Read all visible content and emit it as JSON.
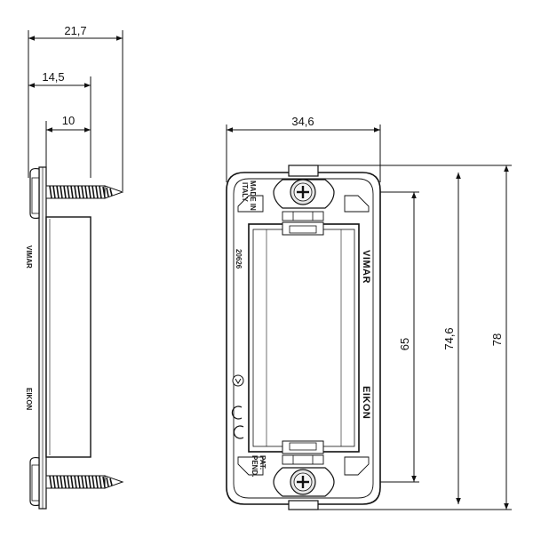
{
  "side_view": {
    "dimensions": [
      "21,7",
      "14,5",
      "10"
    ],
    "markings": {
      "brand": "VIMAR",
      "series": "EIKON"
    }
  },
  "front_view": {
    "dimensions": {
      "width": "34,6",
      "inner_height": "65",
      "middle_height": "74,6",
      "outer_height": "78"
    },
    "markings": {
      "made_in_line1": "MADE IN",
      "made_in_line2": "ITALY",
      "code": "20626",
      "brand": "VIMAR",
      "series": "EIKON",
      "patent_line1": "PAT.",
      "patent_line2": "PEND."
    }
  },
  "colors": {
    "line": "#111111",
    "frame": "#e8e8e8",
    "screw": "#cfcfcf"
  }
}
